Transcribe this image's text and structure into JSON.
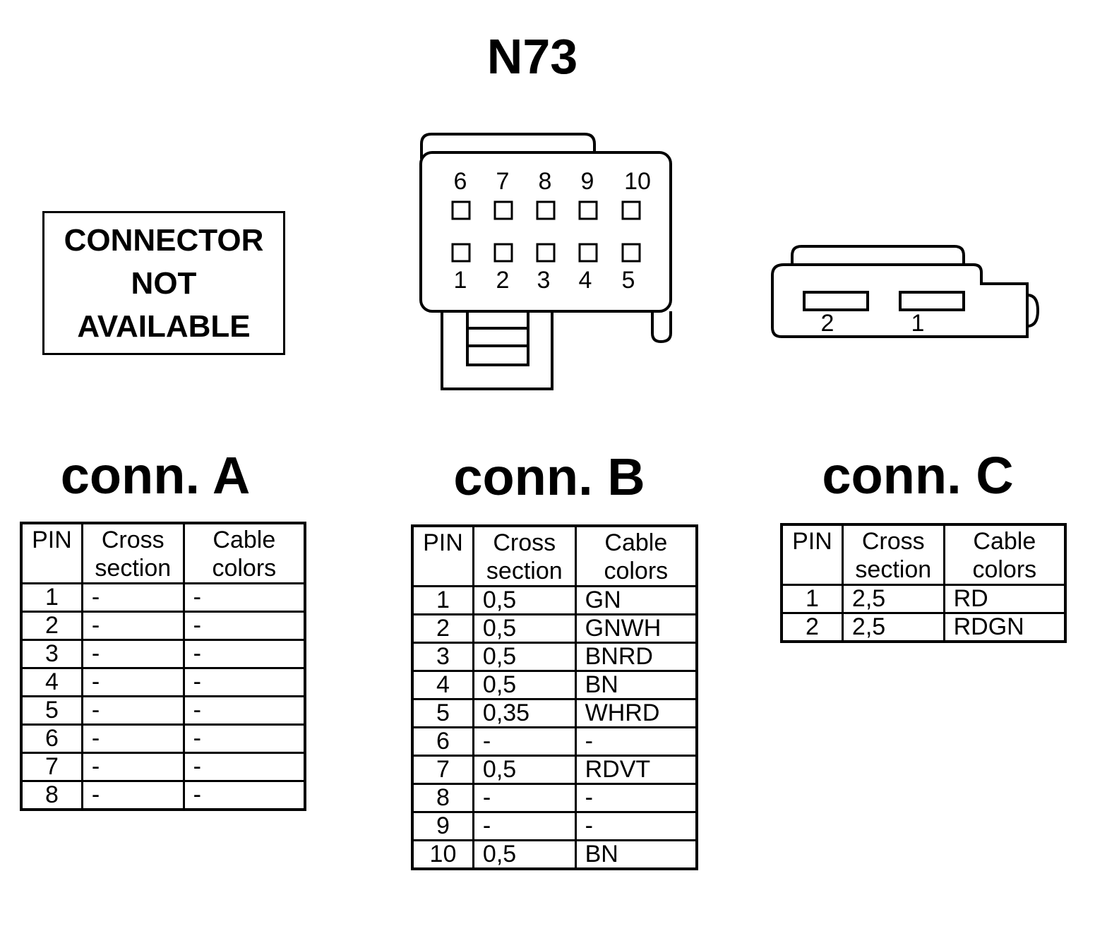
{
  "title": "N73",
  "not_available": {
    "line1": "CONNECTOR",
    "line2": "NOT",
    "line3": "AVAILABLE"
  },
  "connector_b_pins": {
    "top": [
      "6",
      "7",
      "8",
      "9",
      "10"
    ],
    "bottom": [
      "1",
      "2",
      "3",
      "4",
      "5"
    ]
  },
  "connector_c_pins": [
    "2",
    "1"
  ],
  "headers": {
    "pin": "PIN",
    "cross1": "Cross",
    "cross2": "section",
    "cable1": "Cable",
    "cable2": "colors"
  },
  "conn_a": {
    "title": "conn. A",
    "rows": [
      {
        "pin": "1",
        "cross": "-",
        "color": "-"
      },
      {
        "pin": "2",
        "cross": "-",
        "color": "-"
      },
      {
        "pin": "3",
        "cross": "-",
        "color": "-"
      },
      {
        "pin": "4",
        "cross": "-",
        "color": "-"
      },
      {
        "pin": "5",
        "cross": "-",
        "color": "-"
      },
      {
        "pin": "6",
        "cross": "-",
        "color": "-"
      },
      {
        "pin": "7",
        "cross": "-",
        "color": "-"
      },
      {
        "pin": "8",
        "cross": "-",
        "color": "-"
      }
    ]
  },
  "conn_b": {
    "title": "conn. B",
    "rows": [
      {
        "pin": "1",
        "cross": "0,5",
        "color": "GN"
      },
      {
        "pin": "2",
        "cross": "0,5",
        "color": "GNWH"
      },
      {
        "pin": "3",
        "cross": "0,5",
        "color": "BNRD"
      },
      {
        "pin": "4",
        "cross": "0,5",
        "color": "BN"
      },
      {
        "pin": "5",
        "cross": "0,35",
        "color": "WHRD"
      },
      {
        "pin": "6",
        "cross": "-",
        "color": "-"
      },
      {
        "pin": "7",
        "cross": "0,5",
        "color": "RDVT"
      },
      {
        "pin": "8",
        "cross": "-",
        "color": "-"
      },
      {
        "pin": "9",
        "cross": "-",
        "color": "-"
      },
      {
        "pin": "10",
        "cross": "0,5",
        "color": "BN"
      }
    ]
  },
  "conn_c": {
    "title": "conn. C",
    "rows": [
      {
        "pin": "1",
        "cross": "2,5",
        "color": "RD"
      },
      {
        "pin": "2",
        "cross": "2,5",
        "color": "RDGN"
      }
    ]
  }
}
